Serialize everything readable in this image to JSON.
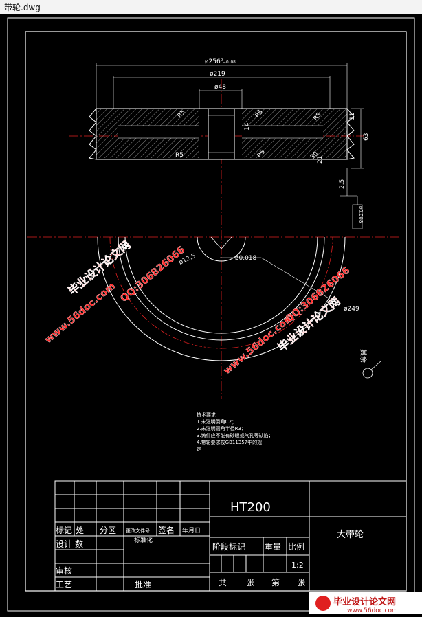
{
  "window": {
    "title": "带轮.dwg"
  },
  "drawing": {
    "dimensions": {
      "d256": "ø256⁰₋₀.₀₈",
      "d219": "ø219",
      "d48": "ø48",
      "r5a": "R5",
      "r5b": "R5",
      "r5c": "R5",
      "r5d": "R5",
      "r5e": "R5",
      "v11": "11",
      "v63": "63",
      "v14": "14",
      "v21": "21",
      "v25": "2.5",
      "v30": "30",
      "d12": "ø12.5",
      "tol": "ø0.018",
      "d249": "ø249",
      "datum": "ø0.008"
    },
    "roughness_note": "其余",
    "tech_req": {
      "title": "技术要求",
      "lines": [
        "1.未注明倒角C2；",
        "2.未注明圆角半径R3；",
        "3.铸件应不能有砂眼或气孔等缺陷；",
        "4.带轮要求按GB11357中的规",
        "定"
      ]
    },
    "title_block": {
      "material": "HT200",
      "part_name": "大带轮",
      "scale": "1:2",
      "labels": {
        "biaoji": "标记",
        "chu": "处",
        "fenqu": "分区",
        "gengai": "更改文件号",
        "qianming": "签名",
        "nianyueri": "年月日",
        "sheji": "设计",
        "shu": "数",
        "biaozhunhua": "标准化",
        "jieduan": "阶段标记",
        "zhongliang": "重量",
        "bili": "比例",
        "shenhe": "审核",
        "gongyi": "工艺",
        "pizhun": "批准",
        "gong": "共",
        "zhang1": "张",
        "di": "第",
        "zhang2": "张"
      }
    },
    "watermarks": {
      "site": "毕业设计论文网",
      "url": "www.56doc.com",
      "qq": "QQ:306826066"
    },
    "footer_logo": {
      "name": "毕业设计论文网",
      "url": "www.56doc.com"
    }
  }
}
